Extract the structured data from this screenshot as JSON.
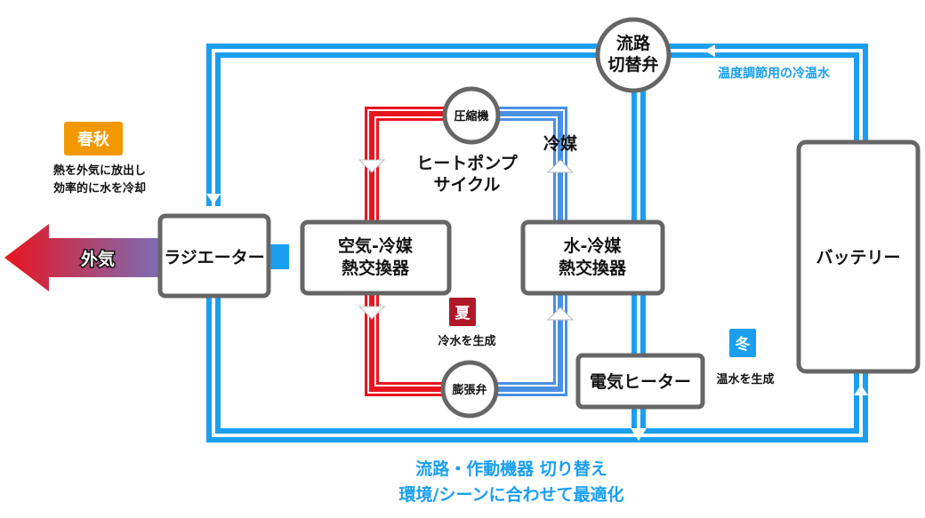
{
  "nodes": {
    "valve": [
      "流路",
      "切替弁"
    ],
    "compressor": "圧縮機",
    "expansion_valve": "膨張弁",
    "radiator": "ラジエーター",
    "air_hx": [
      "空気-冷媒",
      "熱交換器"
    ],
    "water_hx": [
      "水-冷媒",
      "熱交換器"
    ],
    "heater": "電気ヒーター",
    "battery": "バッテリー"
  },
  "labels": {
    "outside_air": "外気",
    "refrigerant": "冷媒",
    "heat_pump": [
      "ヒートポンプ",
      "サイクル"
    ],
    "coolant": "温度調節用の冷温水"
  },
  "seasons": {
    "spring_autumn": {
      "badge": "春秋",
      "text": [
        "熱を外気に放出し",
        "効率的に水を冷却"
      ],
      "color": "#f39800"
    },
    "summer": {
      "badge": "夏",
      "text": "冷水を生成",
      "color": "#b0182a"
    },
    "winter": {
      "badge": "冬",
      "text": "温水を生成",
      "color": "#1a9ff0"
    }
  },
  "footer": [
    "流路・作動機器 切り替え",
    "環境/シーンに合わせて最適化"
  ],
  "colors": {
    "water": "#1a9ff0",
    "hot": "#e8141e",
    "cold": "#4a90e2"
  }
}
